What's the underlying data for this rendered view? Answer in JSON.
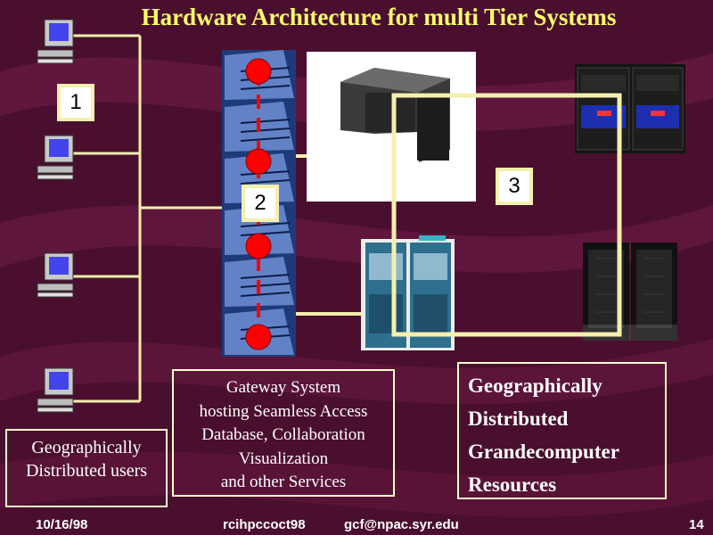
{
  "slide": {
    "title": "Hardware Architecture for multi Tier Systems",
    "tiers": {
      "one": "1",
      "two": "2",
      "three": "3"
    },
    "users_box": [
      "Geographically",
      "Distributed users"
    ],
    "gateway_box": [
      "Gateway System",
      "hosting Seamless Access",
      "Database, Collaboration",
      "Visualization",
      "and other Services"
    ],
    "resources_box": [
      "Geographically",
      "Distributed",
      "Grandecomputer",
      "Resources"
    ],
    "footer": {
      "date": "10/16/98",
      "course": "rcihpccoct98",
      "email": "gcf@npac.syr.edu",
      "page": "14"
    }
  },
  "colors": {
    "background": "#4a0f2e",
    "title": "#ffff66",
    "connector": "#f5efae",
    "node": "#ff0000"
  }
}
